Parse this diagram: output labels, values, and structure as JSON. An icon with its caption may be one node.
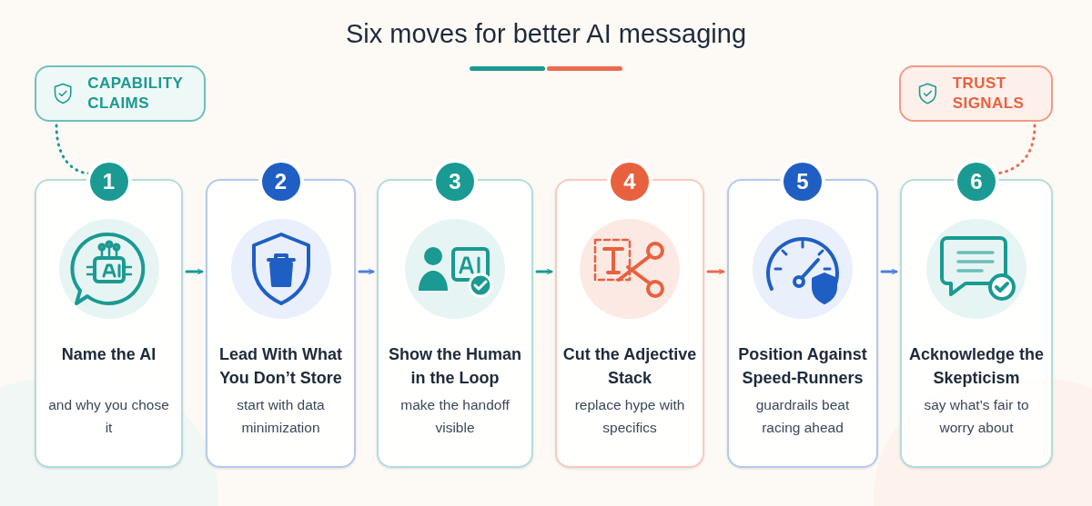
{
  "diagram": {
    "title": "Six moves for better AI messaging",
    "nodes": [
      {
        "text": [
          "CAPABILITY CLAIMS"
        ]
      },
      {
        "text": [
          "1",
          "Name the AI",
          "and why you chose it"
        ]
      },
      {
        "text": [
          "2",
          "Lead With What You Don’t Store",
          "start with data minimization"
        ]
      },
      {
        "text": [
          "3",
          "Show the Human in the Loop",
          "make the handoff visible"
        ]
      },
      {
        "text": [
          "4",
          "Cut the Adjective Stack",
          "replace hype with specifics"
        ]
      },
      {
        "text": [
          "5",
          "Position Against Speed-Runners",
          "guardrails beat racing ahead"
        ]
      },
      {
        "text": [
          "6",
          "Acknowledge the Skepticism",
          "say what’s fair to worry about"
        ]
      },
      {
        "text": [
          "TRUST SIGNALS"
        ]
      }
    ],
    "edges": [
      {
        "from": 0,
        "to": 1,
        "arrow": "none",
        "style": "dashed",
        "color": "#1a9a93"
      },
      {
        "from": 1,
        "to": 2,
        "arrow": "to",
        "color": "#1a9a93"
      },
      {
        "from": 2,
        "to": 3,
        "arrow": "to",
        "color": "#4a7fe0"
      },
      {
        "from": 3,
        "to": 4,
        "arrow": "to",
        "color": "#1a9a93"
      },
      {
        "from": 4,
        "to": 5,
        "arrow": "to",
        "color": "#ec6a4f"
      },
      {
        "from": 5,
        "to": 6,
        "arrow": "to",
        "color": "#4a7fe0"
      },
      {
        "from": 7,
        "to": 6,
        "arrow": "none",
        "style": "dashed",
        "color": "#ec6a4f"
      }
    ]
  }
}
